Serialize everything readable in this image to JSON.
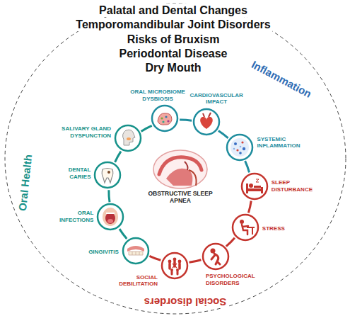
{
  "diagram": {
    "nodes": [
      {
        "text": [
          "OBSTRUCTIVE SLEEP APNEA"
        ]
      },
      {
        "text": [
          "ORAL MICROBIOME DYSBIOSIS"
        ]
      },
      {
        "text": [
          "CARDIOVASCULAR IMPACT"
        ]
      },
      {
        "text": [
          "SYSTEMIC INFLAMMATION"
        ]
      },
      {
        "text": [
          "SLEEP DISTURBANCE"
        ]
      },
      {
        "text": [
          "STRESS"
        ]
      },
      {
        "text": [
          "PSYCHOLOGICAL DISORDERS"
        ]
      },
      {
        "text": [
          "SOCIAL DEBILITATION"
        ]
      },
      {
        "text": [
          "GINGIVITIS"
        ]
      },
      {
        "text": [
          "ORAL INFECTIONS"
        ]
      },
      {
        "text": [
          "DENTAL CARIES"
        ]
      },
      {
        "text": [
          "SALIVARY GLAND DYSFUNCTION"
        ]
      }
    ],
    "edges": [
      {
        "from": 1,
        "to": 2,
        "arrow": "none"
      },
      {
        "from": 2,
        "to": 3,
        "arrow": "none"
      },
      {
        "from": 3,
        "to": 4,
        "arrow": "none"
      },
      {
        "from": 4,
        "to": 5,
        "arrow": "none"
      },
      {
        "from": 5,
        "to": 6,
        "arrow": "none"
      },
      {
        "from": 6,
        "to": 7,
        "arrow": "none"
      },
      {
        "from": 7,
        "to": 8,
        "arrow": "none"
      },
      {
        "from": 8,
        "to": 9,
        "arrow": "none"
      },
      {
        "from": 9,
        "to": 10,
        "arrow": "none"
      },
      {
        "from": 10,
        "to": 11,
        "arrow": "none"
      },
      {
        "from": 11,
        "to": 1,
        "arrow": "none"
      }
    ],
    "labels": [
      "Palatal and Dental Changes",
      "Temporomandibular Joint Disorders",
      "Risks of Bruxism",
      "Periodontal Disease",
      "Dry Mouth",
      "Inflammation",
      "Oral Health",
      "Social disorders"
    ]
  }
}
